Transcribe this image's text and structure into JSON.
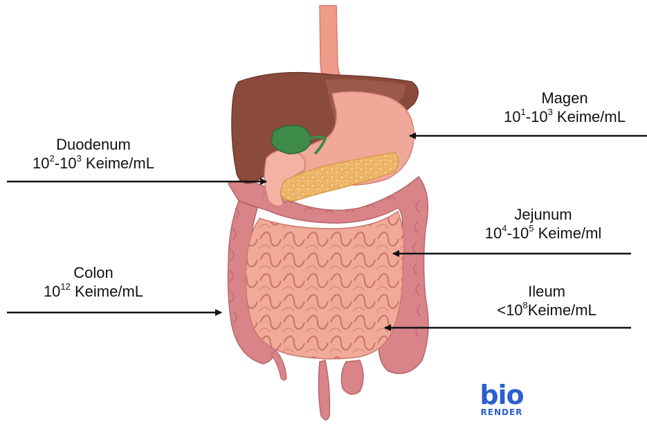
{
  "labels": {
    "magen": {
      "name": "Magen",
      "a": "10",
      "a_exp": "1",
      "dash": "-",
      "b": "10",
      "b_exp": "3",
      "unit": " Keime/mL"
    },
    "duodenum": {
      "name": "Duodenum",
      "a": "10",
      "a_exp": "2",
      "dash": "-",
      "b": "10",
      "b_exp": "3",
      "unit": " Keime/mL"
    },
    "jejunum": {
      "name": "Jejunum",
      "a": "10",
      "a_exp": "4",
      "dash": "-",
      "b": "10",
      "b_exp": "5",
      "unit": " Keime/ml"
    },
    "colon": {
      "name": "Colon",
      "a": "10",
      "a_exp": "12",
      "unit": " Keime/mL"
    },
    "ileum": {
      "name": "Ileum",
      "a": "<10",
      "a_exp": "8",
      "unit": "Keime/mL"
    }
  },
  "logo": {
    "top": "bio",
    "bottom": "RENDER"
  },
  "colors": {
    "liver": "#8a4a3c",
    "gallbladder": "#3e8a48",
    "stomach": "#f0a898",
    "pancreas": "#f0b86a",
    "small_intestine": "#f2aa98",
    "colon": "#d98488",
    "esophagus": "#f09a8a",
    "arrow": "#111111",
    "logo": "#2b5fcf"
  }
}
